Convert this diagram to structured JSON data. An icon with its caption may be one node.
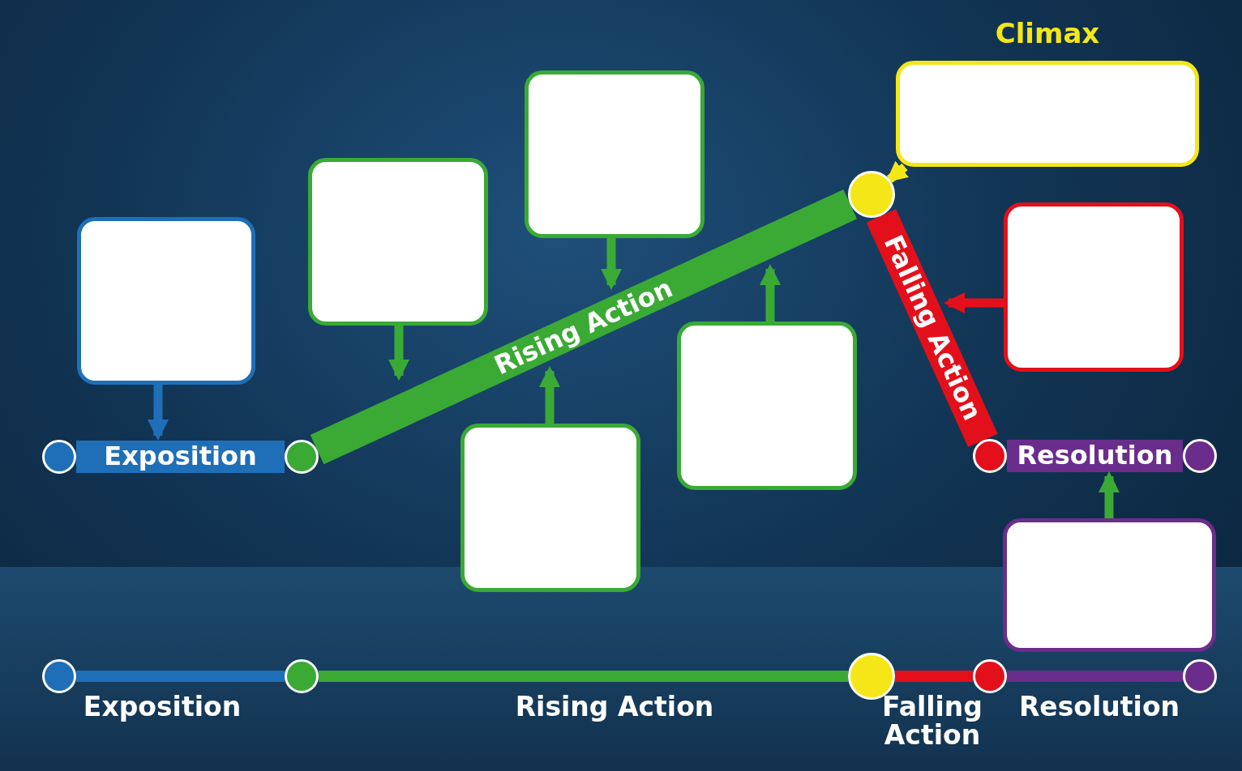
{
  "diagram": {
    "nodes": [
      {
        "text": [],
        "shape": "box"
      },
      {
        "text": [],
        "shape": "box"
      },
      {
        "text": [],
        "shape": "box"
      },
      {
        "text": [],
        "shape": "box"
      },
      {
        "text": [],
        "shape": "box"
      },
      {
        "text": [
          "Climax"
        ]
      },
      {
        "text": [],
        "shape": "box"
      },
      {
        "text": [],
        "shape": "box"
      },
      {
        "text": [],
        "shape": "circle"
      },
      {
        "text": [],
        "shape": "circle"
      },
      {
        "text": [],
        "shape": "circle"
      },
      {
        "text": [],
        "shape": "circle"
      },
      {
        "text": [],
        "shape": "circle"
      },
      {
        "text": [],
        "shape": "circle"
      },
      {
        "text": [],
        "shape": "circle"
      },
      {
        "text": [],
        "shape": "circle"
      },
      {
        "text": [],
        "shape": "circle"
      },
      {
        "text": [],
        "shape": "circle"
      }
    ],
    "edges": [
      {
        "from": 8,
        "to": 9,
        "arrow": "none",
        "label": "Exposition",
        "style": "thick",
        "color": "#1f6fb8"
      },
      {
        "from": 9,
        "to": 10,
        "arrow": "none",
        "label": "Rising Action",
        "style": "thick",
        "color": "#3aaa35"
      },
      {
        "from": 10,
        "to": 11,
        "arrow": "none",
        "label": "Falling Action",
        "style": "thick",
        "color": "#e3101b"
      },
      {
        "from": 11,
        "to": 12,
        "arrow": "none",
        "label": "Resolution",
        "style": "thick",
        "color": "#6b2d8c"
      },
      {
        "from": 13,
        "to": 14,
        "arrow": "none",
        "label": "Exposition",
        "color": "#1f6fb8"
      },
      {
        "from": 14,
        "to": 15,
        "arrow": "none",
        "label": "Rising Action",
        "color": "#3aaa35"
      },
      {
        "from": 15,
        "to": 16,
        "arrow": "none",
        "label": "Falling Action",
        "color": "#e3101b"
      },
      {
        "from": 16,
        "to": 17,
        "arrow": "none",
        "label": "Resolution",
        "color": "#6b2d8c"
      },
      {
        "from": 0,
        "to": null,
        "arrow": "to",
        "color": "#1f6fb8"
      },
      {
        "from": 1,
        "to": null,
        "arrow": "to",
        "color": "#3aaa35"
      },
      {
        "from": 2,
        "to": null,
        "arrow": "to",
        "color": "#3aaa35"
      },
      {
        "from": 3,
        "to": null,
        "arrow": "to",
        "color": "#3aaa35"
      },
      {
        "from": 4,
        "to": null,
        "arrow": "to",
        "color": "#3aaa35"
      },
      {
        "from": 5,
        "to": 10,
        "arrow": "to",
        "color": "#f5e617"
      },
      {
        "from": 6,
        "to": null,
        "arrow": "to",
        "color": "#e3101b"
      },
      {
        "from": 7,
        "to": null,
        "arrow": "to",
        "color": "#3aaa35"
      }
    ]
  }
}
